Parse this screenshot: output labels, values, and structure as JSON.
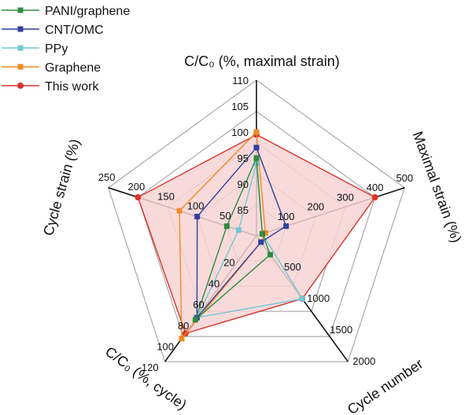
{
  "chart_data": {
    "type": "radar",
    "axes": [
      {
        "label": "C/C₀ (%, maximal strain)",
        "min": 80,
        "max": 110,
        "ticks": [
          "85",
          "90",
          "95",
          "100",
          "105",
          "110"
        ]
      },
      {
        "label": "Maximal strain (%)",
        "min": 0,
        "max": 500,
        "ticks": [
          "100",
          "200",
          "300",
          "400",
          "500"
        ]
      },
      {
        "label": "Cycle number",
        "min": 0,
        "max": 2000,
        "ticks": [
          "500",
          "1000",
          "1500",
          "2000"
        ]
      },
      {
        "label": "C/C₀ (%, cycle)",
        "min": 0,
        "max": 120,
        "ticks": [
          "20",
          "40",
          "60",
          "80",
          "100",
          "120"
        ]
      },
      {
        "label": "Cycle strain (%)",
        "min": 0,
        "max": 250,
        "ticks": [
          "50",
          "100",
          "150",
          "200",
          "250"
        ]
      }
    ],
    "series": [
      {
        "name": "PANI/graphene",
        "color": "#2e8b3e",
        "marker": "square",
        "values": [
          95,
          20,
          300,
          80,
          50
        ]
      },
      {
        "name": "CNT/OMC",
        "color": "#2f3f9e",
        "marker": "square",
        "values": [
          97,
          100,
          100,
          78,
          100
        ]
      },
      {
        "name": "PPy",
        "color": "#6fc7d6",
        "marker": "square",
        "values": [
          94,
          20,
          1000,
          78,
          30
        ]
      },
      {
        "name": "Graphene",
        "color": "#f08a24",
        "marker": "square",
        "values": [
          100,
          30,
          100,
          98,
          130
        ]
      },
      {
        "name": "This work",
        "color": "#d9342b",
        "marker": "circle",
        "fill": "#f7d4d4",
        "values": [
          99.5,
          400,
          1000,
          93,
          200
        ]
      }
    ],
    "grid": true,
    "grid_levels": 5,
    "legend": "top-left"
  }
}
